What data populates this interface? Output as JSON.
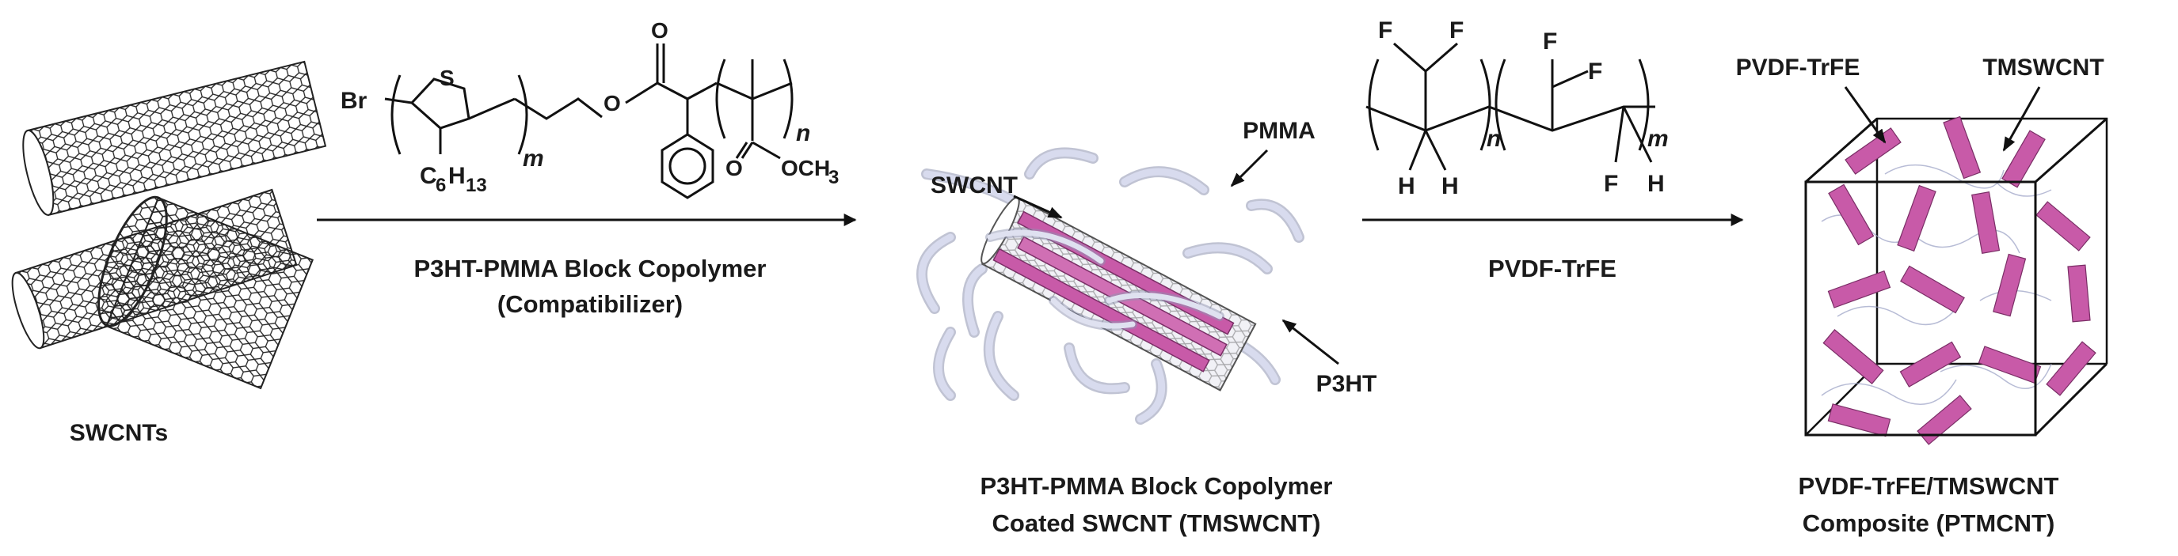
{
  "labels": {
    "swcnts": "SWCNTs",
    "arrow1_line1": "P3HT-PMMA Block Copolymer",
    "arrow1_line2": "(Compatibilizer)",
    "arrow2": "PVDF-TrFE",
    "coated_line1": "P3HT-PMMA Block Copolymer",
    "coated_line2": "Coated SWCNT (TMSWCNT)",
    "composite_line1": "PVDF-TrFE/TMSWCNT",
    "composite_line2": "Composite (PTMCNT)",
    "pointer_swcnt": "SWCNT",
    "pointer_pmma": "PMMA",
    "pointer_p3ht": "P3HT",
    "pointer_pvdf": "PVDF-TrFE",
    "pointer_tmswcnt": "TMSWCNT"
  },
  "chem1": {
    "br": "Br",
    "s": "S",
    "c": "C",
    "h": "H",
    "sub6": "6",
    "sub13": "13",
    "m": "m",
    "n": "n",
    "o1": "O",
    "o2": "O",
    "o3": "O",
    "och": "OCH",
    "sub3": "3"
  },
  "chem2": {
    "f1": "F",
    "f2": "F",
    "f3": "F",
    "f4": "F",
    "f5": "F",
    "h1": "H",
    "h2": "H",
    "h3": "H",
    "n": "n",
    "m": "m"
  },
  "colors": {
    "arrow": "#111111",
    "p3ht": "#c85aa8",
    "pmma": "#cfd2e6",
    "pmma_edge": "#8e93b0",
    "cnt": "#222222"
  }
}
